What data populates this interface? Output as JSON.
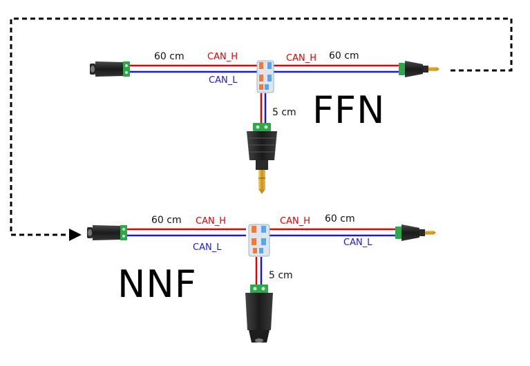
{
  "colors": {
    "can_h": "#e00000",
    "can_l": "#1a1adc",
    "terminal_green": "#2fa84a",
    "jack_black": "#1b1b1b",
    "plug_gold": "#d9a520",
    "connector_clear": "#dde6ef",
    "lever_orange": "#f07a3a",
    "lever_blue": "#5aa6e8",
    "dashed_line": "#000000"
  },
  "top_assembly": {
    "name": "FFN",
    "left_length": "60 cm",
    "right_length": "60 cm",
    "branch_length": "5 cm",
    "can_h_left": "CAN_H",
    "can_h_right": "CAN_H",
    "can_l": "CAN_L"
  },
  "bottom_assembly": {
    "name": "NNF",
    "left_length": "60 cm",
    "right_length": "60 cm",
    "branch_length": "5 cm",
    "can_h_left": "CAN_H",
    "can_h_right": "CAN_H",
    "can_l_left": "CAN_L",
    "can_l_right": "CAN_L"
  }
}
